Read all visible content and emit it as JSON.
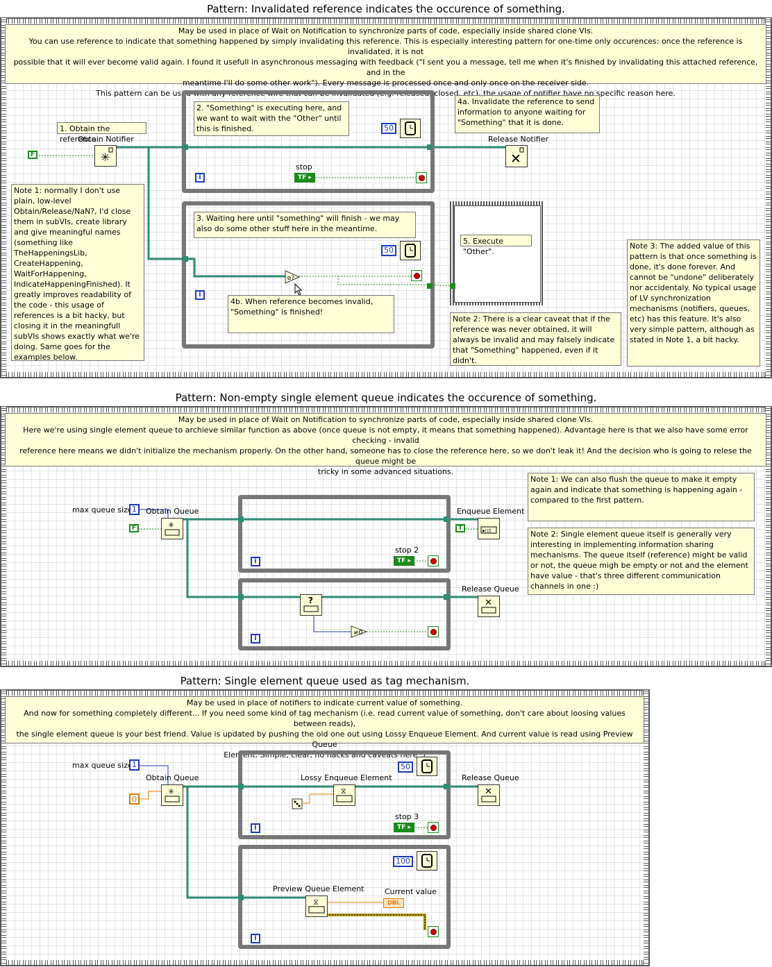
{
  "panels": [
    {
      "title": "Pattern: Invalidated reference indicates the occurence of something.",
      "header_note": [
        "May be used in place of Wait on Notification to synchronize parts of code, especially inside shared clone VIs.",
        "You can use reference to indicate that something happened by simply invalidating this reference. This is especially interesting pattern for one-time only occurences: once the reference is invalidated, it is not",
        "possible that it will ever become valid again. I found it usefull in asynchronous messaging with feedback (\"I sent you a message, tell me when it's finished by invalidating this attached reference, and in the",
        "meantime I'll do some other work\"). Every message is processed once and only once on the receiver side.",
        "This pattern can be used with any reference wire that can be invalidated (e.g. released, closed, etc), the usage of notifier have no specific reason here."
      ],
      "step1": "1. Obtain the reference.",
      "obtain_notifier": "Obtain Notifier",
      "false_const": "F",
      "step2": "2. \"Something\" is executing here, and we want to wait with the \"Other\" until this is finished.",
      "wait1": "50",
      "stop": "stop",
      "step4a": "4a. Invalidate the reference to send information to anyone waiting for \"Something\" that it is done.",
      "release_notifier": "Release Notifier",
      "note1": "Note 1: normally I don't use plain, low-level Obtain/Release/NaN?, I'd close them in subVIs, create library and give meaningful names (something like TheHappeningsLib, CreateHappening, WaitForHappening, IndicateHappeningFinished). It greatly improves readability of the code - this usage of references is a bit hacky, but closing it in the meaningfull subVIs shows exactly what we're doing. Same goes for the examples below.",
      "step3": "3. Waiting here until \"something\" will finish - we may also do some other stuff here in the meantime.",
      "wait2": "50",
      "step4b": "4b. When reference becomes invalid, \"Something\" is finished!",
      "step5": "5. Execute \"Other\".",
      "note2": "Note 2: There is a clear caveat that if the reference was never obtained, it will always be invalid and may falsely indicate that \"Something\" happened, even if it didn't.",
      "note3": "Note 3: The added value of this pattern is that once something is done, it's done forever. And cannot be \"undone\" deliberately nor accidentaly. No typical usage of LV synchronization mechanisms (notifiers, queues, etc) has this feature. It's also very simple pattern, although as stated in Note 1, a bit hacky."
    },
    {
      "title": "Pattern: Non-empty single element queue indicates the occurence of something.",
      "header_note": [
        "May be used in place of Wait on Notification to synchronize parts of code, especially inside shared clone VIs.",
        "Here we're using single element queue to archieve similar function as above (once queue is not empty, it means that something happened). Advantage here is that we also have some error checking - invalid",
        "reference here means we didn't initialize the mechanism properly. On the other hand, someone has to close the reference here, so we don't leak it! And the decision who is going to relese the queue might be",
        "tricky in some advanced situations."
      ],
      "max_queue_size": "max queue size",
      "max_val": "1",
      "obtain_queue": "Obtain Queue",
      "false_const": "F",
      "true_const": "T",
      "enqueue": "Enqueue Element",
      "stop2": "stop 2",
      "release_queue": "Release Queue",
      "note1": "Note 1: We can also flush the queue to make it empty again and indicate that something is happening again - compared to the first pattern.",
      "note2": "Note 2: Single element queue itself is generally very interesting in implementing information sharing mechanisms. The queue itself (reference) might be valid or not, the queue migh be empty or not and the element have value - that's three different communication channels in one :)"
    },
    {
      "title": "Pattern: Single element queue used as tag mechanism.",
      "header_note": [
        "May be used in place of notifiers to indicate current value of something.",
        "And now for something completely different... If you need some kind of tag mechanism (i.e. read current value of something, don't care about loosing values between reads),",
        "the single element queue is your best friend. Value is updated by pushing the old one out using Lossy Enqueue Element. And current value is read using Preview Queue",
        "Element. Simple, clear, no hacks and caveats here :)"
      ],
      "max_queue_size": "max queue size",
      "max_val": "1",
      "obtain_queue": "Obtain Queue",
      "zero_const": "0",
      "wait1": "50",
      "lossy": "Lossy Enqueue Element",
      "release_queue": "Release Queue",
      "stop3": "stop 3",
      "wait2": "100",
      "preview": "Preview Queue Element",
      "current_value": "Current value",
      "dbl": "DBL"
    }
  ],
  "colors": {
    "refwire": "#2e8b74",
    "boolwire": "#1b8a1b",
    "numwire": "#1b3bbd",
    "dblwire": "#e07b00",
    "notebg": "#ffffd8"
  }
}
